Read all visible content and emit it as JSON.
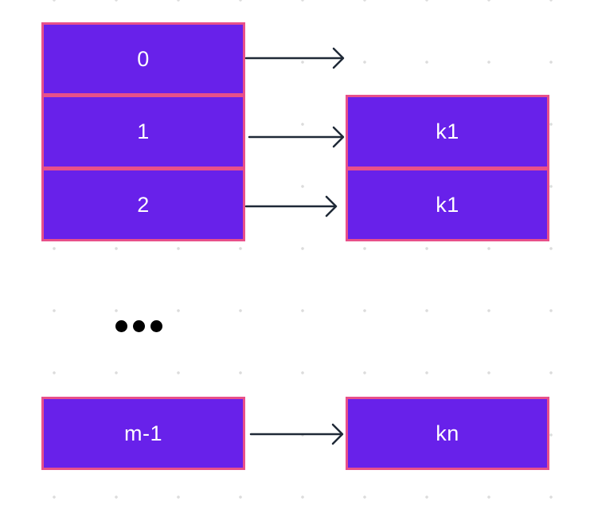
{
  "colors": {
    "box_fill": "#6821ea",
    "box_border": "#e8508a",
    "label": "#ffffff",
    "arrow": "#1f2937"
  },
  "buckets": [
    {
      "label": "0"
    },
    {
      "label": "1"
    },
    {
      "label": "2"
    },
    {
      "label": "m-1"
    }
  ],
  "entries": [
    {
      "label": "k1"
    },
    {
      "label": "k1"
    },
    {
      "label": "kn"
    }
  ]
}
